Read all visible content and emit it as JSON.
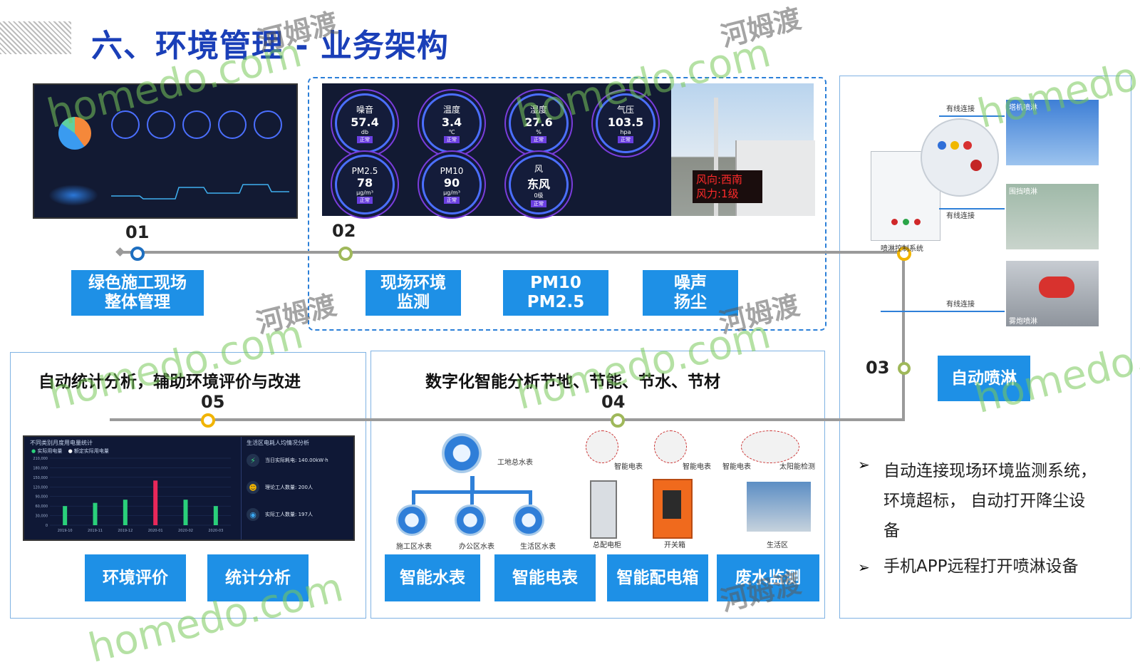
{
  "title": "六、环境管理 - 业务架构",
  "steps": {
    "s01": "01",
    "s02": "02",
    "s03": "03",
    "s04": "04",
    "s05": "05"
  },
  "buttons": {
    "green_site": "绿色施工现场\n整体管理",
    "env_monitor": "现场环境\n监测",
    "pm": "PM10\nPM2.5",
    "noise": "噪声\n扬尘",
    "spray": "自动喷淋",
    "env_eval": "环境评价",
    "stat_analysis": "统计分析",
    "water_meter": "智能水表",
    "elec_meter": "智能电表",
    "dist_box": "智能配电箱",
    "waste_water": "废水监测"
  },
  "section_titles": {
    "auto_stat": "自动统计分析，辅助环境评价与改进",
    "digital": "数字化智能分析节地、节能、节水、节材"
  },
  "bullets": [
    "自动连接现场环境监测系统，\n环境超标， 自动打开降尘设\n备",
    "手机APP远程打开喷淋设备"
  ],
  "gauges": [
    {
      "label": "噪音",
      "value": "57.4",
      "unit": "db",
      "status": "正常"
    },
    {
      "label": "温度",
      "value": "3.4",
      "unit": "℃",
      "status": "正常"
    },
    {
      "label": "湿度",
      "value": "27.6",
      "unit": "%",
      "status": "正常"
    },
    {
      "label": "气压",
      "value": "103.5",
      "unit": "hpa",
      "status": "正常"
    },
    {
      "label": "PM2.5",
      "value": "78",
      "unit": "μg/m³",
      "status": "正常"
    },
    {
      "label": "PM10",
      "value": "90",
      "unit": "μg/m³",
      "status": "正常"
    },
    {
      "label": "风",
      "value": "东风",
      "unit": "0级",
      "status": "正常"
    }
  ],
  "led_sign": {
    "line1": "风向:西南",
    "line2": "风力:1级"
  },
  "water_labels": {
    "main": "工地总水表",
    "construction": "施工区水表",
    "office": "办公区水表",
    "living": "生活区水表"
  },
  "elec_labels": {
    "m1": "智能电表",
    "m2": "智能电表",
    "m3": "智能电表",
    "m4": "太阳能检测",
    "c1": "总配电柜",
    "c2": "开关箱",
    "c3": "生活区"
  },
  "spray_labels": {
    "wired1": "有线连接",
    "wired2": "有线连接",
    "wired3": "有线连接",
    "ctrl": "喷淋控制系统",
    "tower": "塔机喷淋",
    "fence": "围挡喷淋",
    "fog": "雾炮喷淋"
  },
  "bar_chart": {
    "title": "不同类别月度用电量统计",
    "legend": [
      "实际用电量",
      "额定实际用电量"
    ],
    "y_ticks": [
      "210,000",
      "180,000",
      "150,000",
      "120,000",
      "90,000",
      "60,000",
      "30,000",
      "0"
    ],
    "categories": [
      "2019-10",
      "2019-11",
      "2019-12",
      "2020-01",
      "2020-02",
      "2020-03"
    ],
    "right_title": "生活区电耗人均情况分析",
    "right_rows": [
      "当日实际耗电: 140.00kW·h",
      "理论工人数量: 200人",
      "实际工人数量: 197人"
    ]
  },
  "chart_data": {
    "type": "bar",
    "categories": [
      "2019-10",
      "2019-11",
      "2019-12",
      "2020-01",
      "2020-02",
      "2020-03"
    ],
    "series": [
      {
        "name": "实际用电量",
        "values": [
          60000,
          70000,
          80000,
          140000,
          80000,
          60000
        ]
      }
    ],
    "ylim": [
      0,
      210000
    ],
    "title": "不同类别月度用电量统计",
    "xlabel": "",
    "ylabel": ""
  },
  "watermarks": {
    "w1": "homedo.com",
    "w2": "homedo.com",
    "w3": "homedo.com",
    "w4": "homedo.com",
    "w5": "homedo.com",
    "w6": "homedo.com",
    "w7": "homedo.com",
    "c1": "河姆渡",
    "c2": "河姆渡",
    "c3": "河姆渡",
    "c4": "河姆渡",
    "c5": "河姆渡"
  },
  "colors": {
    "accent": "#1e90e6",
    "title": "#1a3fb8",
    "track": "#9a9a9a",
    "node_olive": "#9fb85a",
    "node_gold": "#f1b400"
  }
}
